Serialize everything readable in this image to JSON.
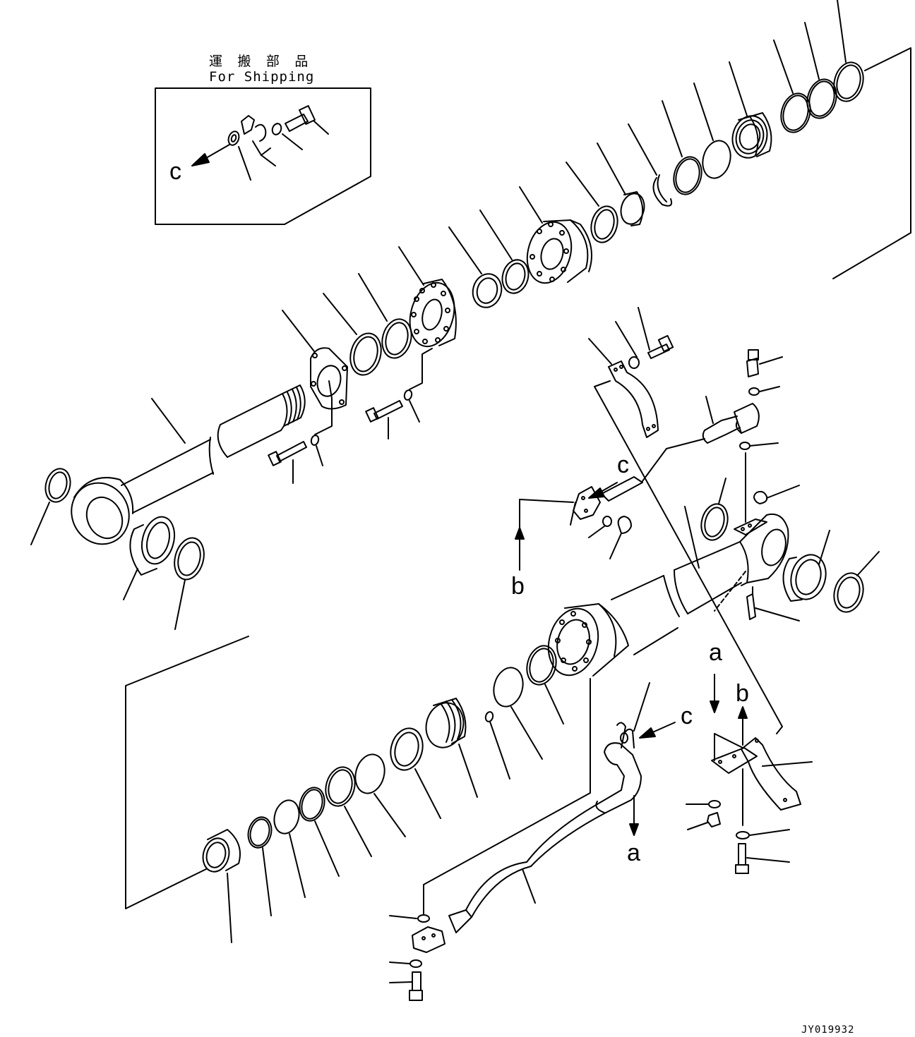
{
  "drawing": {
    "shipping_title": "運 搬 部 品",
    "shipping_subtitle": "For Shipping",
    "drawing_number": "JY019932"
  },
  "view_refs": {
    "c_shipping": "c",
    "c_hose": "c",
    "c_lower": "c",
    "b_left": "b",
    "a_right": "a",
    "b_right": "b",
    "a_lower": "a"
  },
  "style": {
    "line_color": "#000000",
    "background": "#ffffff"
  }
}
